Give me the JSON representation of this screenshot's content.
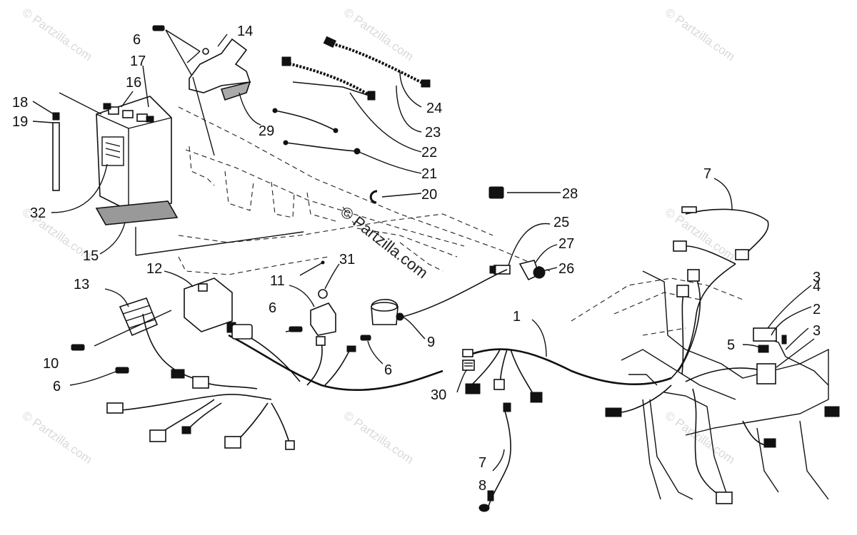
{
  "watermark_text": "© Partzilla.com",
  "center_watermark_text": "© Partzilla.com",
  "callouts": {
    "c1": "1",
    "c2": "2",
    "c3a": "3",
    "c3b": "3",
    "c4": "4",
    "c5": "5",
    "c6a": "6",
    "c6b": "6",
    "c6c": "6",
    "c6d": "6",
    "c7a": "7",
    "c7b": "7",
    "c8": "8",
    "c9": "9",
    "c10": "10",
    "c11": "11",
    "c12": "12",
    "c13": "13",
    "c14": "14",
    "c15": "15",
    "c16": "16",
    "c17": "17",
    "c18": "18",
    "c19": "19",
    "c20": "20",
    "c21": "21",
    "c22": "22",
    "c23": "23",
    "c24": "24",
    "c25": "25",
    "c26": "26",
    "c27": "27",
    "c28": "28",
    "c29": "29",
    "c30": "30",
    "c31": "31",
    "c32": "32"
  }
}
